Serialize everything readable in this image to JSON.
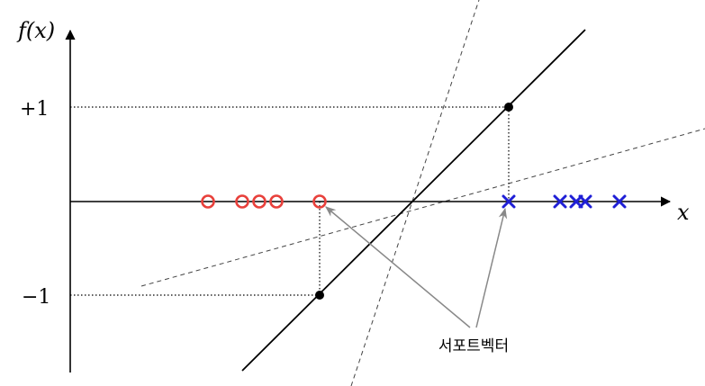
{
  "axes": {
    "y_label": "f(x)",
    "x_label": "x",
    "y_ticks": [
      "+1",
      "−1"
    ]
  },
  "annotation": {
    "text": "서포트벡터"
  },
  "points": {
    "negative_class": {
      "marker": "circle",
      "color": "#e8413c",
      "count": 5
    },
    "positive_class": {
      "marker": "cross",
      "color": "#1f1fd6",
      "count": 5
    },
    "support_points": {
      "marker": "dot",
      "color": "#000000"
    }
  }
}
